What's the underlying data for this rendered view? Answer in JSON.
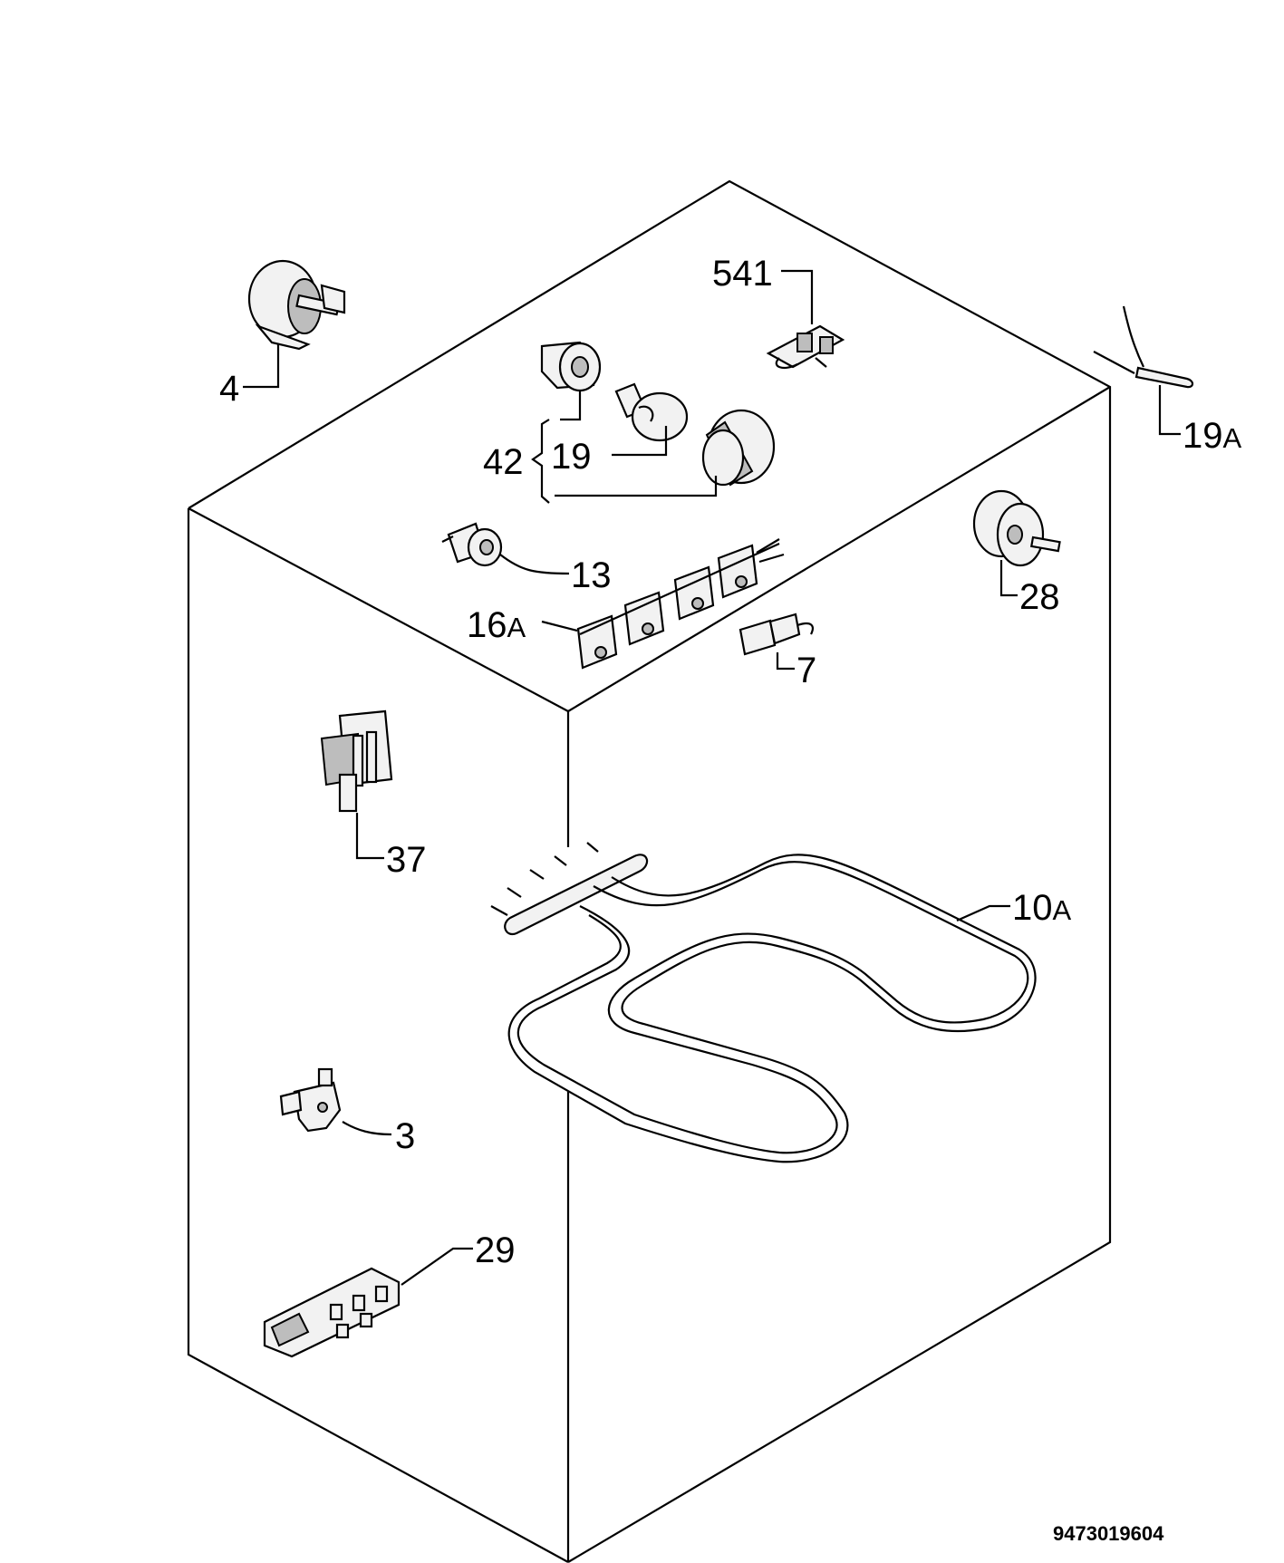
{
  "labels": {
    "p4": "4",
    "p541": "541",
    "p19a": "19",
    "p19a_suffix": "A",
    "p42": "42",
    "p19": "19",
    "p13": "13",
    "p16a": "16",
    "p16a_suffix": "A",
    "p28": "28",
    "p7": "7",
    "p37": "37",
    "p10a": "10",
    "p10a_suffix": "A",
    "p3": "3",
    "p29": "29"
  },
  "document_number": "9473019604"
}
